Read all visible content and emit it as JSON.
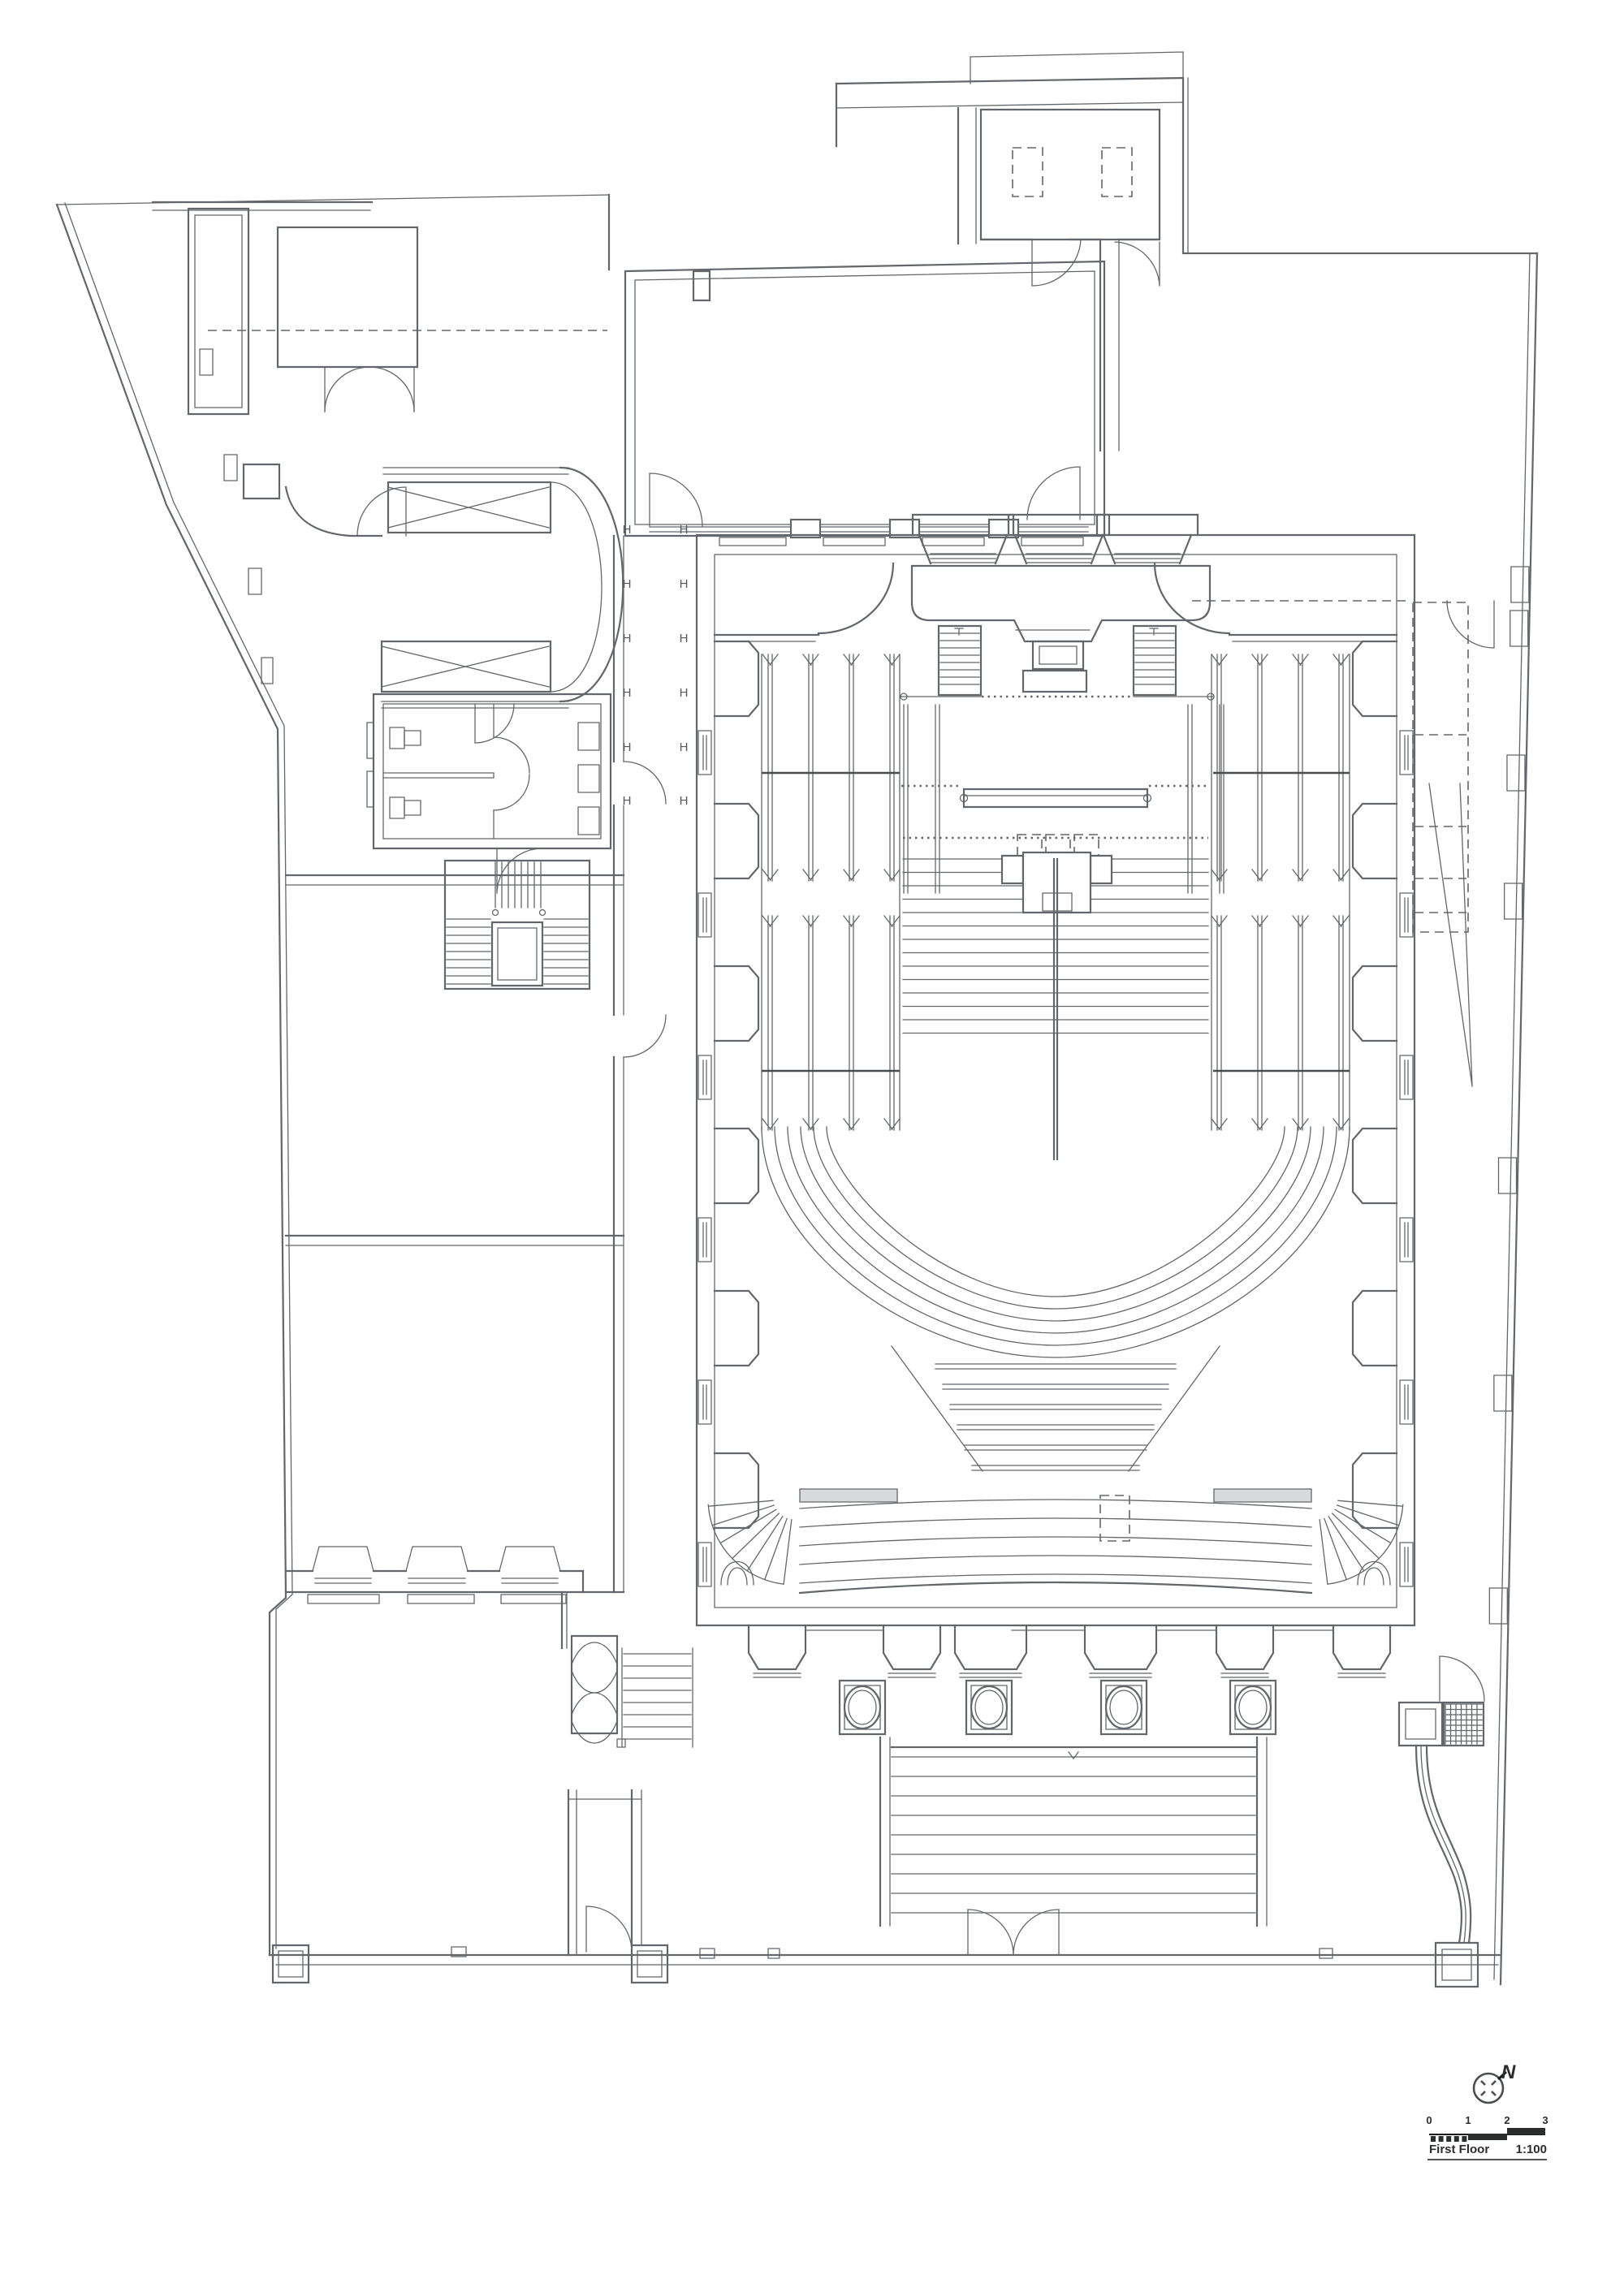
{
  "drawing": {
    "title": "First Floor",
    "scale_label": "1:100",
    "north_label": "N",
    "scale_bar": {
      "labels": [
        "0",
        "1",
        "2",
        "3"
      ]
    },
    "column_marker": "H",
    "colors": {
      "line": "#63666a",
      "dark": "#2b2d2f",
      "background": "#ffffff"
    }
  }
}
